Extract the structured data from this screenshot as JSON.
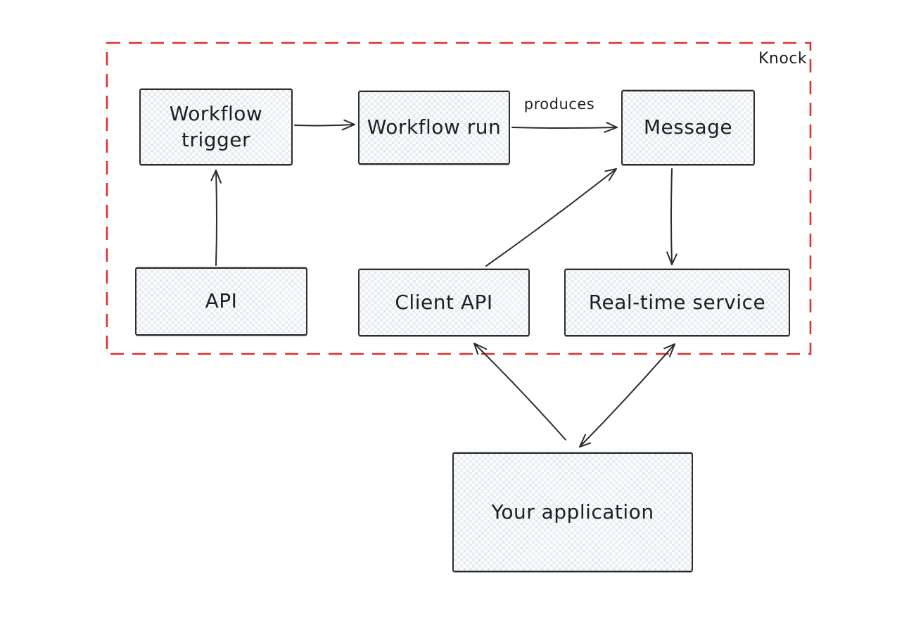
{
  "diagram": {
    "boundary_label": "Knock",
    "colors": {
      "boundary": "#e03131",
      "stroke": "#2a2c2e"
    },
    "nodes": [
      {
        "id": "workflow-trigger",
        "label": "Workflow\ntrigger"
      },
      {
        "id": "workflow-run",
        "label": "Workflow run"
      },
      {
        "id": "message",
        "label": "Message"
      },
      {
        "id": "api",
        "label": "API"
      },
      {
        "id": "client-api",
        "label": "Client API"
      },
      {
        "id": "real-time-service",
        "label": "Real-time service"
      },
      {
        "id": "your-application",
        "label": "Your application"
      }
    ],
    "edges": [
      {
        "from": "workflow-trigger",
        "to": "workflow-run",
        "label": "",
        "bidirectional": false
      },
      {
        "from": "workflow-run",
        "to": "message",
        "label": "produces",
        "bidirectional": false
      },
      {
        "from": "api",
        "to": "workflow-trigger",
        "label": "",
        "bidirectional": false
      },
      {
        "from": "client-api",
        "to": "message",
        "label": "",
        "bidirectional": false
      },
      {
        "from": "message",
        "to": "real-time-service",
        "label": "",
        "bidirectional": false
      },
      {
        "from": "your-application",
        "to": "client-api",
        "label": "",
        "bidirectional": false
      },
      {
        "from": "your-application",
        "to": "real-time-service",
        "label": "",
        "bidirectional": true
      }
    ]
  }
}
